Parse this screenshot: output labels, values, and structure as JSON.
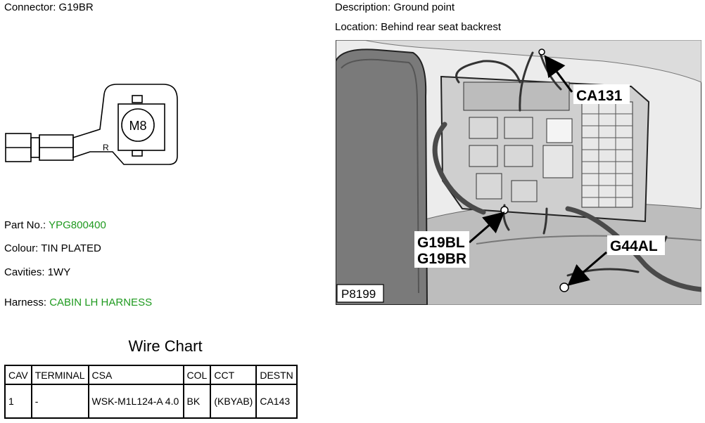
{
  "connector": {
    "label": "Connector:",
    "value": "G19BR"
  },
  "description": {
    "label": "Description:",
    "value": "Ground point"
  },
  "location": {
    "label": "Location:",
    "value": "Behind rear seat backrest"
  },
  "part_no": {
    "label": "Part No.:",
    "value": "YPG800400"
  },
  "colour": {
    "label": "Colour:",
    "value": "TIN PLATED"
  },
  "cavities": {
    "label": "Cavities:",
    "value": "1WY"
  },
  "harness": {
    "label": "Harness:",
    "value": "CABIN LH HARNESS"
  },
  "drawing": {
    "stud_label": "M8",
    "orientation_mark": "R"
  },
  "photo": {
    "ref": "P8199",
    "callouts": {
      "ca131": "CA131",
      "g19bl": "G19BL",
      "g19br": "G19BR",
      "g44al": "G44AL"
    }
  },
  "wire_chart": {
    "title": "Wire Chart",
    "headers": [
      "CAV",
      "TERMINAL",
      "CSA",
      "COL",
      "CCT",
      "DESTN"
    ],
    "rows": [
      [
        "1",
        "-",
        "WSK-M1L124-A 4.0",
        "BK",
        "(KBYAB)",
        "CA143"
      ]
    ]
  }
}
